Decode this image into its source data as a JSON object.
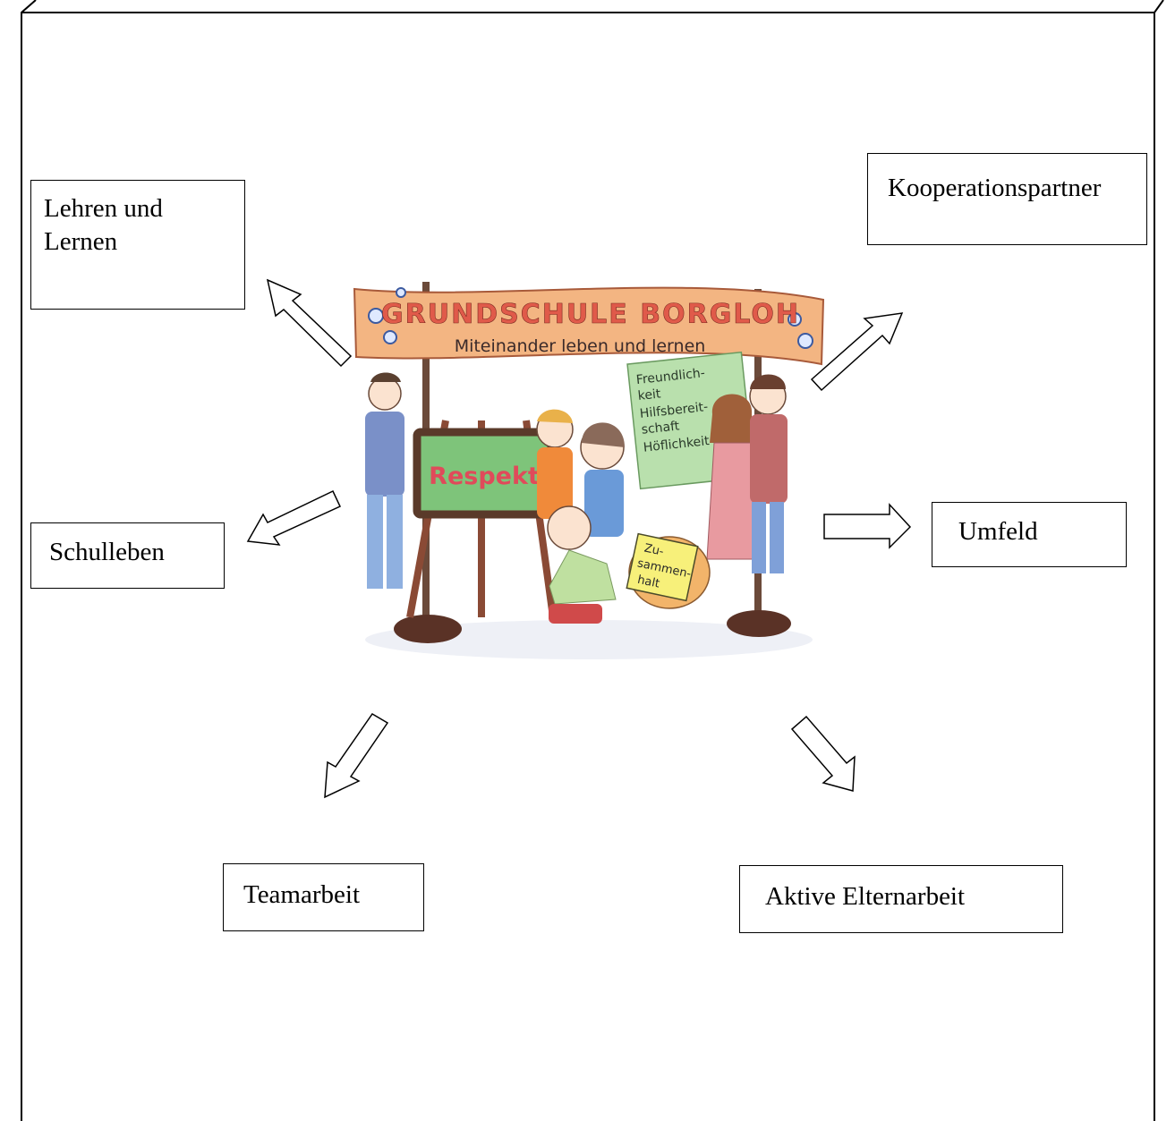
{
  "diagram": {
    "center_image": {
      "banner_title": "GRUNDSCHULE BORGLOH",
      "banner_subtitle": "Miteinander leben und lernen",
      "board_word": "Respekt",
      "poster_lines": [
        "Freundlich-",
        "keit",
        "Hilfsbereit-",
        "schaft",
        "Höflichkeit"
      ],
      "sign_lines": [
        "Zu-",
        "sammen-",
        "halt"
      ]
    },
    "boxes": {
      "lehren": [
        "Lehren und",
        "Lernen"
      ],
      "kooperation": "Kooperationspartner",
      "schulleben": "Schulleben",
      "umfeld": "Umfeld",
      "teamarbeit": "Teamarbeit",
      "elternarbeit": "Aktive Elternarbeit"
    }
  }
}
